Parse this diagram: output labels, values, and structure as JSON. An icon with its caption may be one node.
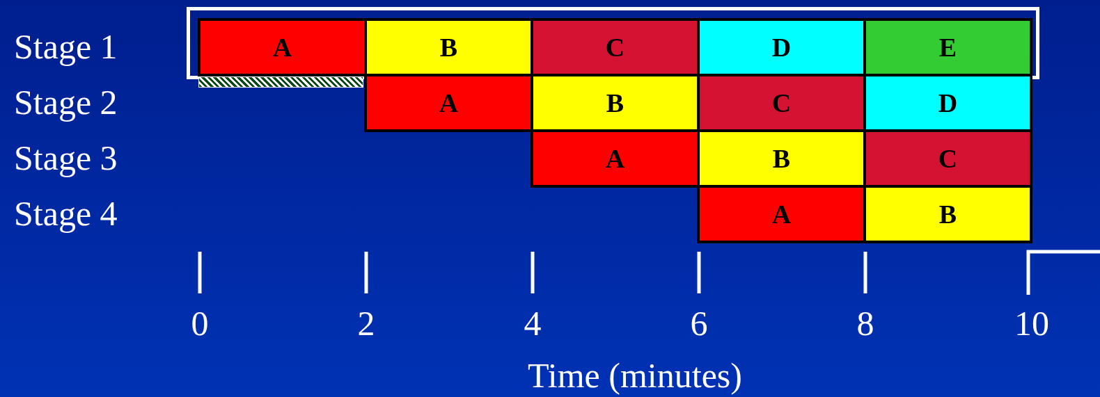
{
  "diagram": {
    "nodes": [
      {
        "text": [],
        "shape": "box"
      },
      {
        "text": [
          "A"
        ],
        "in": 0
      },
      {
        "text": [
          "B"
        ],
        "in": 0
      },
      {
        "text": [
          "C"
        ],
        "in": 0
      },
      {
        "text": [
          "D"
        ],
        "in": 0
      },
      {
        "text": [
          "E"
        ],
        "in": 0
      },
      {
        "text": [],
        "shape": "bar"
      },
      {
        "text": [
          "A"
        ]
      },
      {
        "text": [
          "B"
        ]
      },
      {
        "text": [
          "C"
        ]
      },
      {
        "text": [
          "D"
        ]
      },
      {
        "text": [
          "A"
        ]
      },
      {
        "text": [
          "B"
        ]
      },
      {
        "text": [
          "C"
        ]
      },
      {
        "text": [
          "A"
        ]
      },
      {
        "text": [
          "B"
        ]
      }
    ],
    "edges": [],
    "labels": [
      "Stage 1",
      "Stage 2",
      "Stage 3",
      "Stage 4",
      "0",
      "2",
      "4",
      "6",
      "8",
      "10",
      "Time (minutes)"
    ]
  }
}
